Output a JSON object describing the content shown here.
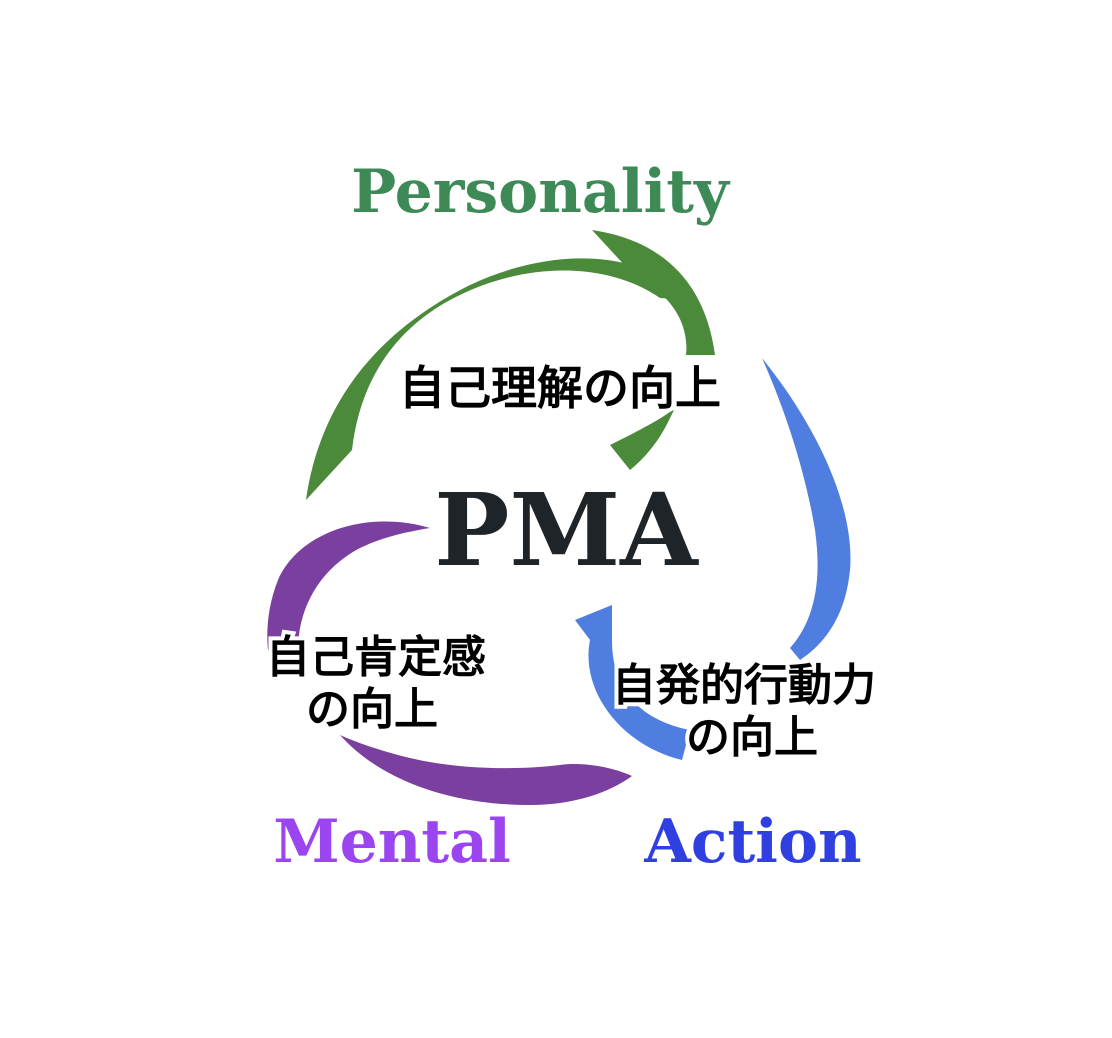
{
  "center": {
    "title": "PMA",
    "color": "#1f2429"
  },
  "segments": [
    {
      "key": "personality",
      "title": "Personality",
      "caption_lines": [
        "自己理解の向上"
      ],
      "title_color": "#3e8a57",
      "arrow_color": "#4a8a3a"
    },
    {
      "key": "action",
      "title": "Action",
      "caption_lines": [
        "自発的行動力",
        "の向上"
      ],
      "title_color": "#2f3fe0",
      "arrow_color": "#4f7ee0"
    },
    {
      "key": "mental",
      "title": "Mental",
      "caption_lines": [
        "自己肯定感",
        "の向上"
      ],
      "title_color": "#9b45f0",
      "arrow_color": "#7a3f9f"
    }
  ]
}
